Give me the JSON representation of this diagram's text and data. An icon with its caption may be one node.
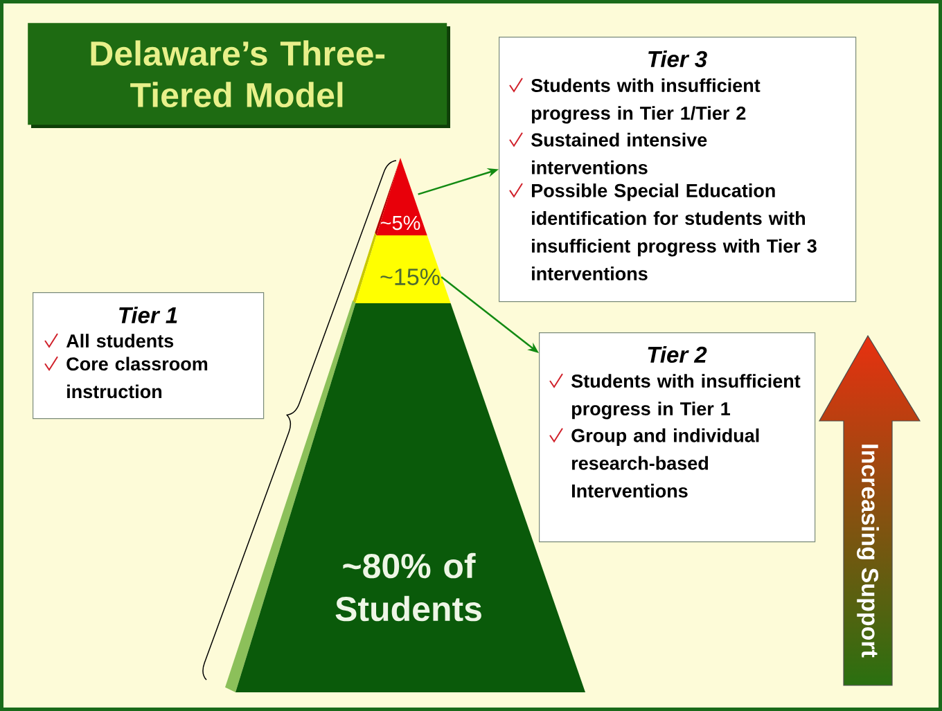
{
  "diagram": {
    "nodes": [
      {
        "text": [
          "Delaware’s Three-Tiered Model"
        ]
      },
      {
        "text": [
          "Tier 3",
          "Students with insufficient progress in Tier 1/Tier 2",
          "Sustained intensive interventions",
          "Possible Special Education identification for students with insufficient progress with Tier 3 interventions"
        ]
      },
      {
        "text": [
          "~5%"
        ]
      },
      {
        "text": [
          "~15%"
        ]
      },
      {
        "text": [
          "~80% of Students"
        ]
      },
      {
        "text": [
          "Tier 1",
          "All students",
          "Core classroom instruction"
        ]
      },
      {
        "text": [
          "Tier 2",
          "Students with insufficient progress in Tier 1",
          "Group and individual research-based Interventions"
        ]
      },
      {
        "text": [
          "Increasing Support"
        ]
      }
    ],
    "edges": [
      {
        "from": 2,
        "to": 1,
        "arrow": "to"
      },
      {
        "from": 3,
        "to": 6,
        "arrow": "to"
      }
    ]
  }
}
